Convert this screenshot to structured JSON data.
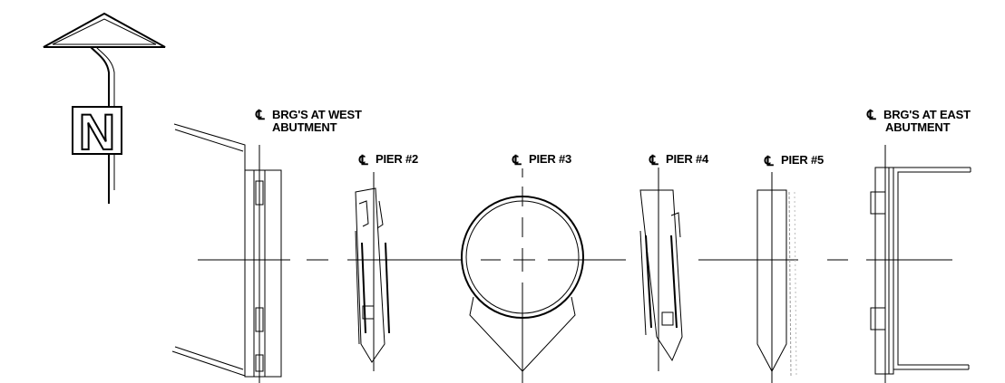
{
  "north_arrow": {
    "letter": "N"
  },
  "centerline_symbol": "℄",
  "labels": {
    "west_abutment": {
      "line1": "BRG'S AT WEST",
      "line2": "ABUTMENT"
    },
    "pier2": {
      "text": "PIER #2"
    },
    "pier3": {
      "text": "PIER #3"
    },
    "pier4": {
      "text": "PIER #4"
    },
    "pier5": {
      "text": "PIER #5"
    },
    "east_abutment": {
      "line1": "BRG'S AT EAST",
      "line2": "ABUTMENT"
    }
  }
}
